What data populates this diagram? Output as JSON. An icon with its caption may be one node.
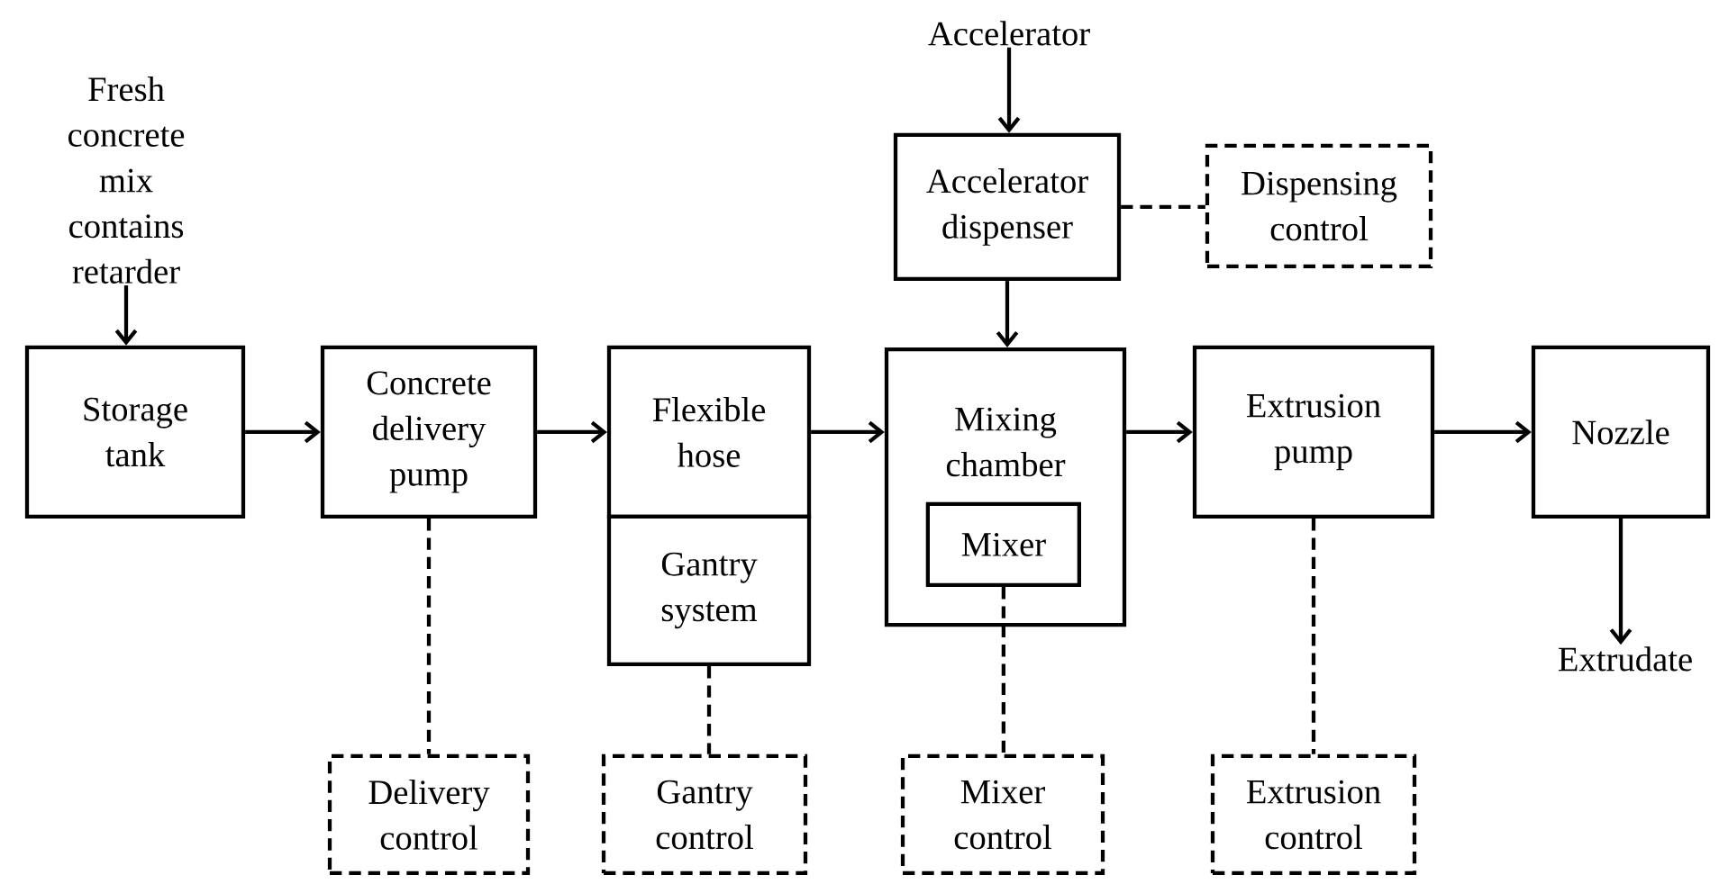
{
  "diagram": {
    "nodes": [
      {
        "text": [
          "Fresh concrete mix contains retarder"
        ]
      },
      {
        "text": [
          "Storage tank"
        ]
      },
      {
        "text": [
          "Concrete delivery pump"
        ]
      },
      {
        "text": [
          "Flexible hose"
        ]
      },
      {
        "text": [
          "Gantry system"
        ]
      },
      {
        "text": [
          "Accelerator"
        ]
      },
      {
        "text": [
          "Accelerator dispenser"
        ]
      },
      {
        "text": [
          "Dispensing control"
        ]
      },
      {
        "text": [
          "Mixing chamber"
        ]
      },
      {
        "text": [
          "Mixer"
        ],
        "in": 8
      },
      {
        "text": [
          "Extrusion pump"
        ]
      },
      {
        "text": [
          "Nozzle"
        ]
      },
      {
        "text": [
          "Extrudate"
        ]
      },
      {
        "text": [
          "Delivery control"
        ]
      },
      {
        "text": [
          "Gantry control"
        ]
      },
      {
        "text": [
          "Mixer control"
        ]
      },
      {
        "text": [
          "Extrusion control"
        ]
      }
    ],
    "edges": [
      {
        "from": 0,
        "to": 1,
        "arrow": "to"
      },
      {
        "from": 1,
        "to": 2,
        "arrow": "to"
      },
      {
        "from": 2,
        "to": 3,
        "arrow": "to"
      },
      {
        "from": 3,
        "to": 8,
        "arrow": "to"
      },
      {
        "from": 5,
        "to": 6,
        "arrow": "to"
      },
      {
        "from": 6,
        "to": 8,
        "arrow": "to"
      },
      {
        "from": 8,
        "to": 10,
        "arrow": "to"
      },
      {
        "from": 10,
        "to": 11,
        "arrow": "to"
      },
      {
        "from": 11,
        "to": 12,
        "arrow": "to"
      },
      {
        "from": 6,
        "to": 7,
        "arrow": "none",
        "style": "dashed"
      },
      {
        "from": 2,
        "to": 13,
        "arrow": "none",
        "style": "dashed"
      },
      {
        "from": 4,
        "to": 14,
        "arrow": "none",
        "style": "dashed"
      },
      {
        "from": 9,
        "to": 15,
        "arrow": "none",
        "style": "dashed"
      },
      {
        "from": 10,
        "to": 16,
        "arrow": "none",
        "style": "dashed"
      }
    ]
  }
}
